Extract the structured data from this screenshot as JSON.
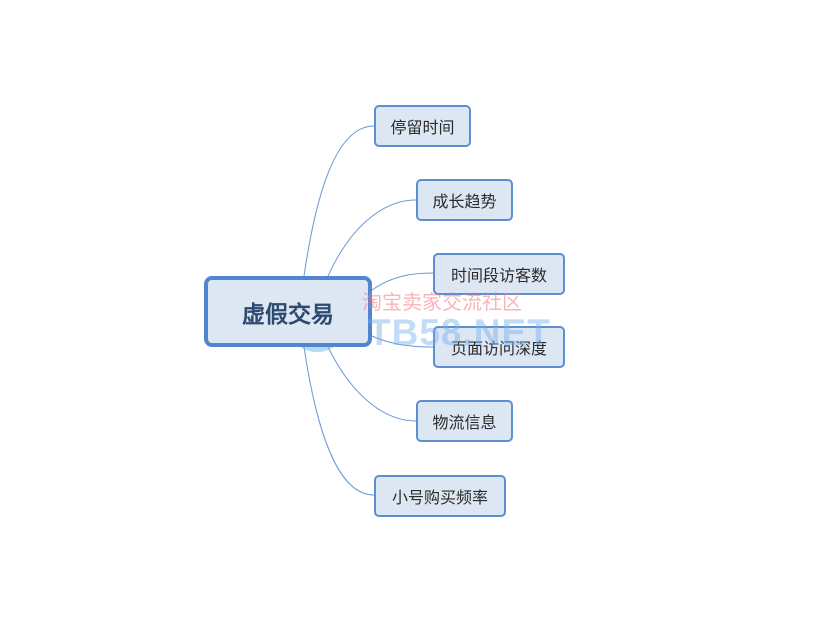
{
  "mindmap": {
    "root": {
      "label": "虚假交易"
    },
    "branches": [
      {
        "label": "停留时间"
      },
      {
        "label": "成长趋势"
      },
      {
        "label": "时间段访客数"
      },
      {
        "label": "页面访问深度"
      },
      {
        "label": "物流信息"
      },
      {
        "label": "小号购买频率"
      }
    ]
  },
  "watermark": {
    "cn_text": "淘宝卖家交流社区",
    "en_text": "TB58.NET",
    "icon": "hand-logo-icon"
  },
  "colors": {
    "node_fill": "#dde6f3",
    "node_border": "#5b8fd0",
    "root_border": "#4f86cf",
    "root_text": "#2d4a70",
    "connector": "#6a9ad4"
  }
}
